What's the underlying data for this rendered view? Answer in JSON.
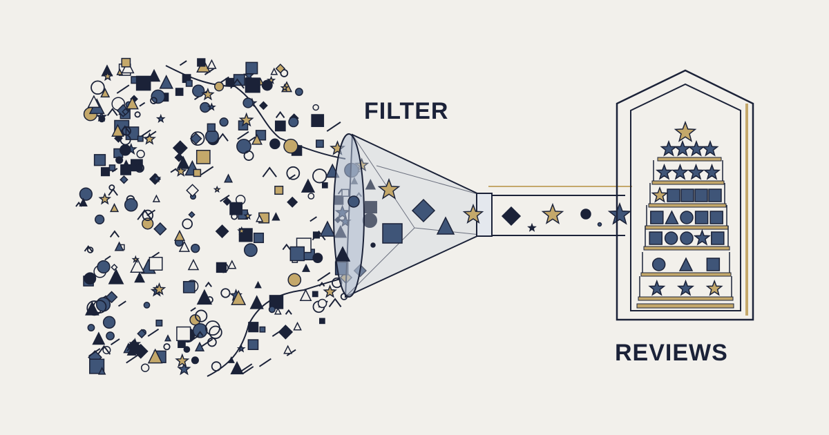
{
  "labels": {
    "filter": "FILTER",
    "reviews": "REVIEWS"
  },
  "colors": {
    "background": "#f2f0eb",
    "navy": "#1b2238",
    "slate": "#3f5578",
    "gold": "#c4a86a",
    "funnel_fill": "#c9d2de"
  },
  "icons": {
    "scatter": "random-shapes-cloud",
    "funnel": "funnel-icon",
    "stream": "filtered-shapes-stream",
    "shelf": "review-shelf-icon",
    "star": "star-icon"
  }
}
